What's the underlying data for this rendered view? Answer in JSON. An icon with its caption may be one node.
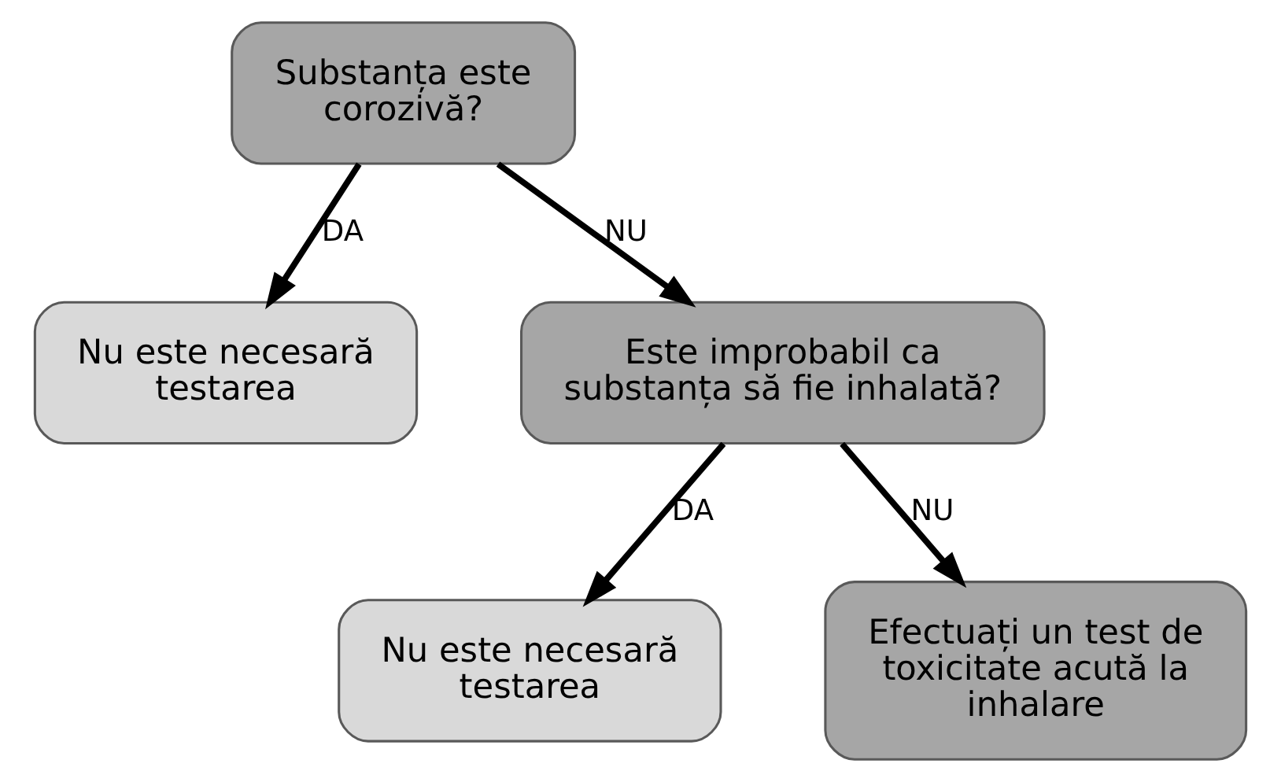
{
  "diagram": {
    "nodes": [
      {
        "text": [
          "Substanța este corozivă?"
        ]
      },
      {
        "text": [
          "Nu este necesară testarea"
        ]
      },
      {
        "text": [
          "Este improbabil ca substanța să fie inhalată?"
        ]
      },
      {
        "text": [
          "Nu este necesară testarea"
        ]
      },
      {
        "text": [
          "Efectuați un test de toxicitate acută la inhalare"
        ]
      }
    ],
    "edges": [
      {
        "from": 0,
        "to": 1,
        "arrow": "to",
        "label": "DA"
      },
      {
        "from": 0,
        "to": 2,
        "arrow": "to",
        "label": "NU"
      },
      {
        "from": 2,
        "to": 3,
        "arrow": "to",
        "label": "DA"
      },
      {
        "from": 2,
        "to": 4,
        "arrow": "to",
        "label": "NU"
      }
    ]
  }
}
